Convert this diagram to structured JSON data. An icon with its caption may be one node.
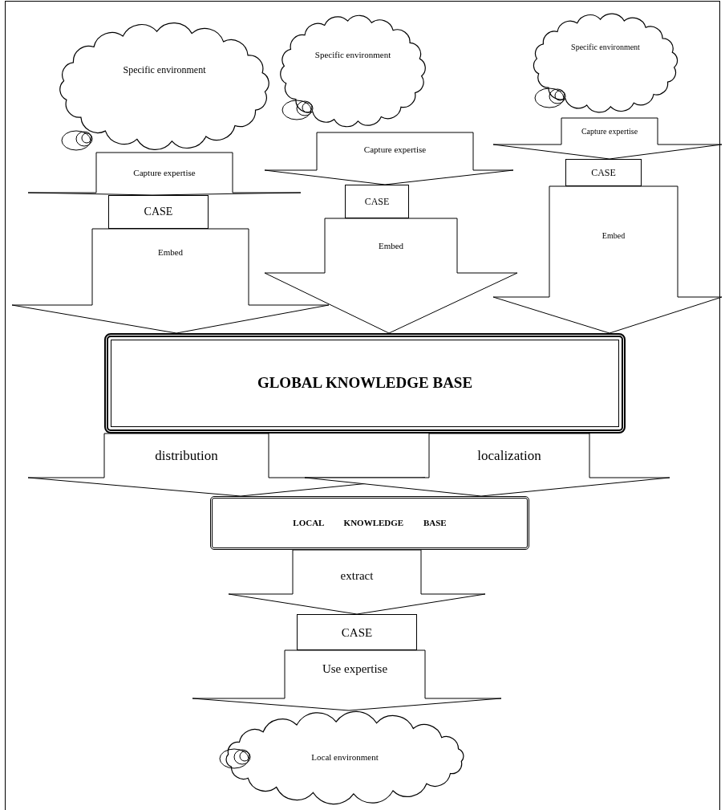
{
  "diagram": {
    "nodes": [
      {
        "text": [
          "Specific environment"
        ]
      },
      {
        "text": [
          "CASE"
        ]
      },
      {
        "text": [
          "Specific environment"
        ]
      },
      {
        "text": [
          "CASE"
        ]
      },
      {
        "text": [
          "Specific environment"
        ]
      },
      {
        "text": [
          "CASE"
        ]
      },
      {
        "text": [
          "GLOBAL KNOWLEDGE BASE"
        ]
      },
      {
        "text": [
          "LOCAL KNOWLEDGE BASE"
        ]
      },
      {
        "text": [
          "CASE"
        ]
      },
      {
        "text": [
          "Local environment"
        ]
      }
    ],
    "edges": [
      {
        "from": 0,
        "to": 1,
        "arrow": "to",
        "label": "Capture expertise"
      },
      {
        "from": 1,
        "to": 6,
        "arrow": "to",
        "label": "Embed"
      },
      {
        "from": 2,
        "to": 3,
        "arrow": "to",
        "label": "Capture expertise"
      },
      {
        "from": 3,
        "to": 6,
        "arrow": "to",
        "label": "Embed"
      },
      {
        "from": 4,
        "to": 5,
        "arrow": "to",
        "label": "Capture expertise"
      },
      {
        "from": 5,
        "to": 6,
        "arrow": "to",
        "label": "Embed"
      },
      {
        "from": 6,
        "to": 7,
        "arrow": "to",
        "label": "distribution"
      },
      {
        "from": 6,
        "to": 7,
        "arrow": "to",
        "label": "localization"
      },
      {
        "from": 7,
        "to": 8,
        "arrow": "to",
        "label": "extract"
      },
      {
        "from": 8,
        "to": 9,
        "arrow": "to",
        "label": "Use expertise"
      }
    ]
  }
}
